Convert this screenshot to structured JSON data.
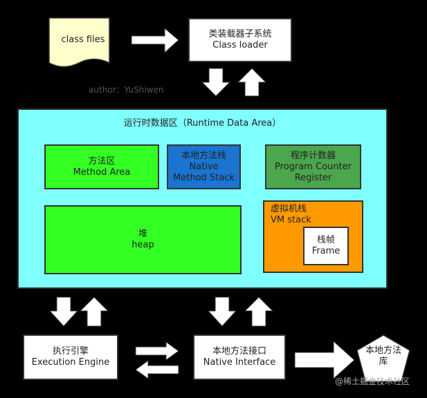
{
  "class_files": "class files",
  "class_loader": {
    "zh": "类装载器子系统",
    "en": "Class loader"
  },
  "author": "author：YuShiwen",
  "runtime_area": {
    "title": "运行时数据区（Runtime Data Area）"
  },
  "method_area": {
    "zh": "方法区",
    "en": "Method Area"
  },
  "native_method_stack": {
    "zh": "本地方法栈",
    "line2": "Native",
    "line3": "Method Stack"
  },
  "program_counter": {
    "zh": "程序计数器",
    "line2": "Program Counter",
    "line3": "Register"
  },
  "heap": {
    "zh": "堆",
    "en": "heap"
  },
  "vm_stack": {
    "zh": "虚拟机栈",
    "en": "VM stack"
  },
  "frame": {
    "zh": "栈帧",
    "en": "Frame"
  },
  "execution_engine": {
    "zh": "执行引擎",
    "en": "Execution Engine"
  },
  "native_interface": {
    "zh": "本地方法接口",
    "en": "Native Interface"
  },
  "native_library": {
    "line1": "本地方法",
    "line2": "库"
  },
  "watermark": "@稀土掘金技术社区",
  "colors": {
    "background": "#000000",
    "runtime_area": "#80ffff",
    "green": "#33ff22",
    "blue": "#1a74d0",
    "dark_green": "#4ca64c",
    "orange": "#ff9900",
    "document": "#ffffcc"
  }
}
